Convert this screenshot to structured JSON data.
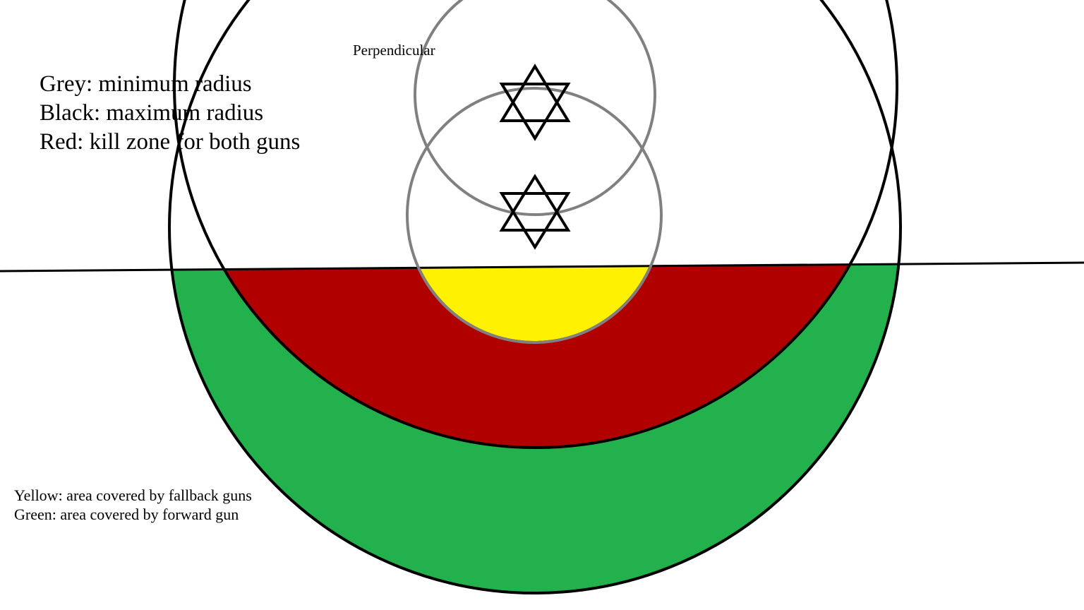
{
  "labels": {
    "perpendicular": "Perpendicular",
    "legend_top": [
      "Grey: minimum radius",
      "Black: maximum radius",
      "Red: kill zone for both guns"
    ],
    "legend_bottom": [
      "Yellow: area covered by fallback guns",
      "Green: area covered by forward gun"
    ]
  },
  "colors": {
    "background": "#ffffff",
    "grey": "#808080",
    "black": "#000000",
    "red": "#b00000",
    "yellow": "#fff200",
    "green": "#22b14c"
  }
}
